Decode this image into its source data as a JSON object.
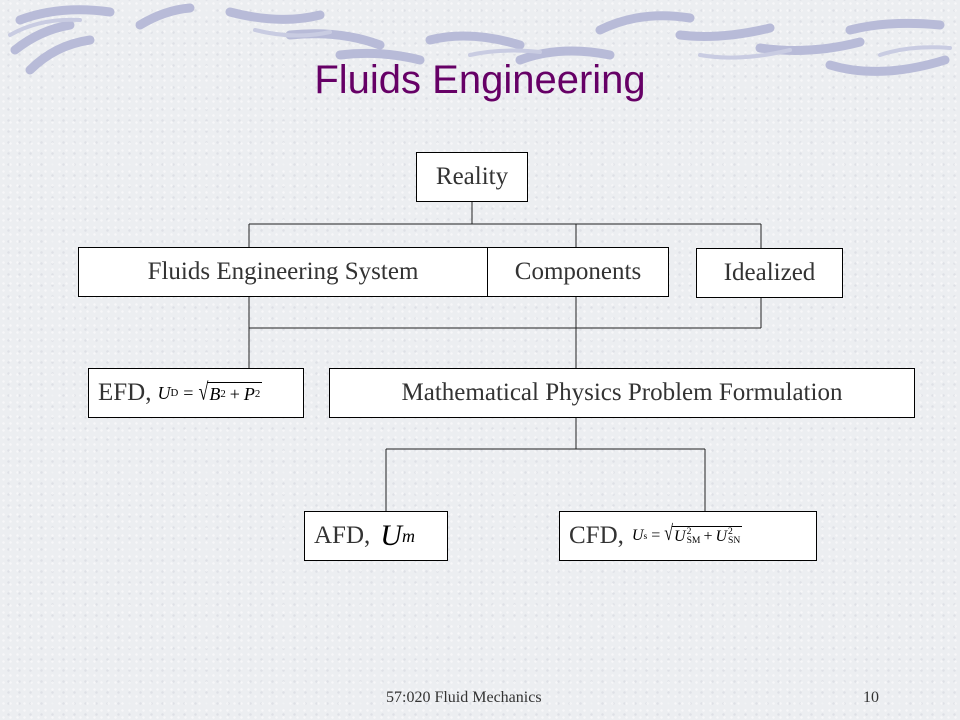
{
  "slide": {
    "title": "Fluids Engineering",
    "footer_left": "57:020 Fluid Mechanics",
    "page_number": "10"
  },
  "boxes": {
    "reality": "Reality",
    "fluids_system": "Fluids Engineering System",
    "components": "Components",
    "idealized": "Idealized",
    "efd_label": "EFD,",
    "math_formulation": "Mathematical Physics Problem Formulation",
    "afd_label": "AFD,",
    "cfd_label": "CFD,"
  },
  "equations": {
    "efd": {
      "lhs": "U",
      "lhs_sub": "D",
      "op": "=",
      "term1": "B",
      "term1_sup": "2",
      "plus": "+",
      "term2": "P",
      "term2_sup": "2"
    },
    "afd": {
      "symbol": "U",
      "sub": "m"
    },
    "cfd": {
      "lhs": "U",
      "lhs_sub": "s",
      "op": "=",
      "term1": "U",
      "term1_sup": "2",
      "term1_sub": "SM",
      "plus": "+",
      "term2": "U",
      "term2_sup": "2",
      "term2_sub": "SN"
    }
  },
  "colors": {
    "title": "#660066",
    "decor": "#b6b9d6",
    "box_border": "#000000",
    "box_fill": "#ffffff"
  }
}
